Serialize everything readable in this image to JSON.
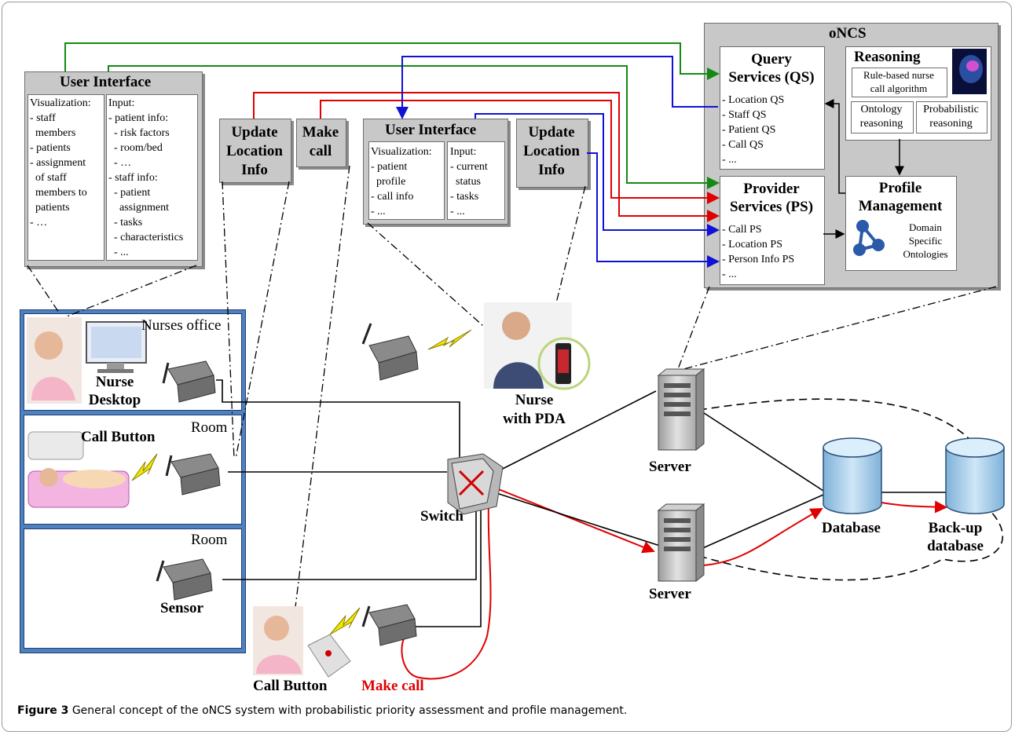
{
  "left_ui": {
    "title": "User Interface",
    "visualization": [
      "Visualization:",
      "- staff",
      "  members",
      "- patients",
      "- assignment",
      "  of staff",
      "  members to",
      "  patients",
      "- …"
    ],
    "input": [
      "Input:",
      "- patient info:",
      "  - risk factors",
      "  - room/bed",
      "  - …",
      "- staff info:",
      "  - patient",
      "    assignment",
      "  - tasks",
      "  - characteristics",
      "  - ..."
    ]
  },
  "update_location_1": [
    "Update",
    "Location",
    "Info"
  ],
  "make_call_box": [
    "Make",
    "call"
  ],
  "pda_ui": {
    "title": "User Interface",
    "visualization": [
      "Visualization:",
      "- patient",
      "  profile",
      "- call info",
      "- ..."
    ],
    "input": [
      "Input:",
      "- current",
      "  status",
      "- tasks",
      "- ..."
    ]
  },
  "update_location_2": [
    "Update",
    "Location",
    "Info"
  ],
  "oncs": {
    "title": "oNCS",
    "qs": {
      "title": [
        "Query",
        "Services (QS)"
      ],
      "items": [
        "- Location QS",
        "- Staff QS",
        "- Patient QS",
        "- Call QS",
        "- ..."
      ]
    },
    "ps": {
      "title": [
        "Provider",
        "Services (PS)"
      ],
      "items": [
        "- Call PS",
        "- Location PS",
        "- Person Info PS",
        "- ..."
      ]
    },
    "reasoning": {
      "title": "Reasoning",
      "rule_based": [
        "Rule-based nurse",
        "call algorithm"
      ],
      "ontology": [
        "Ontology",
        "reasoning"
      ],
      "probabilistic": [
        "Probabilistic",
        "reasoning"
      ]
    },
    "profile": {
      "title": [
        "Profile",
        "Management"
      ],
      "ontologies": [
        "Domain",
        "Specific",
        "Ontologies"
      ]
    }
  },
  "rooms": {
    "office_label": "Nurses office",
    "nurse_desktop": [
      "Nurse",
      "Desktop"
    ],
    "room1_label": "Room",
    "call_button": "Call Button",
    "room2_label": "Room",
    "sensor": "Sensor"
  },
  "nurse_pda": [
    "Nurse",
    "with PDA"
  ],
  "switch_label": "Switch",
  "server_top": "Server",
  "server_bottom": "Server",
  "database": "Database",
  "backup": [
    "Back-up",
    "database"
  ],
  "call_button_bottom": "Call Button",
  "make_call_red": "Make call",
  "caption": {
    "label": "Figure 3",
    "text": " General concept of the oNCS system with probabilistic priority assessment and profile management."
  },
  "colors": {
    "green": "#138a13",
    "red": "#e00000",
    "blue": "#1010d8",
    "box_gray": "#c8c8c8"
  }
}
